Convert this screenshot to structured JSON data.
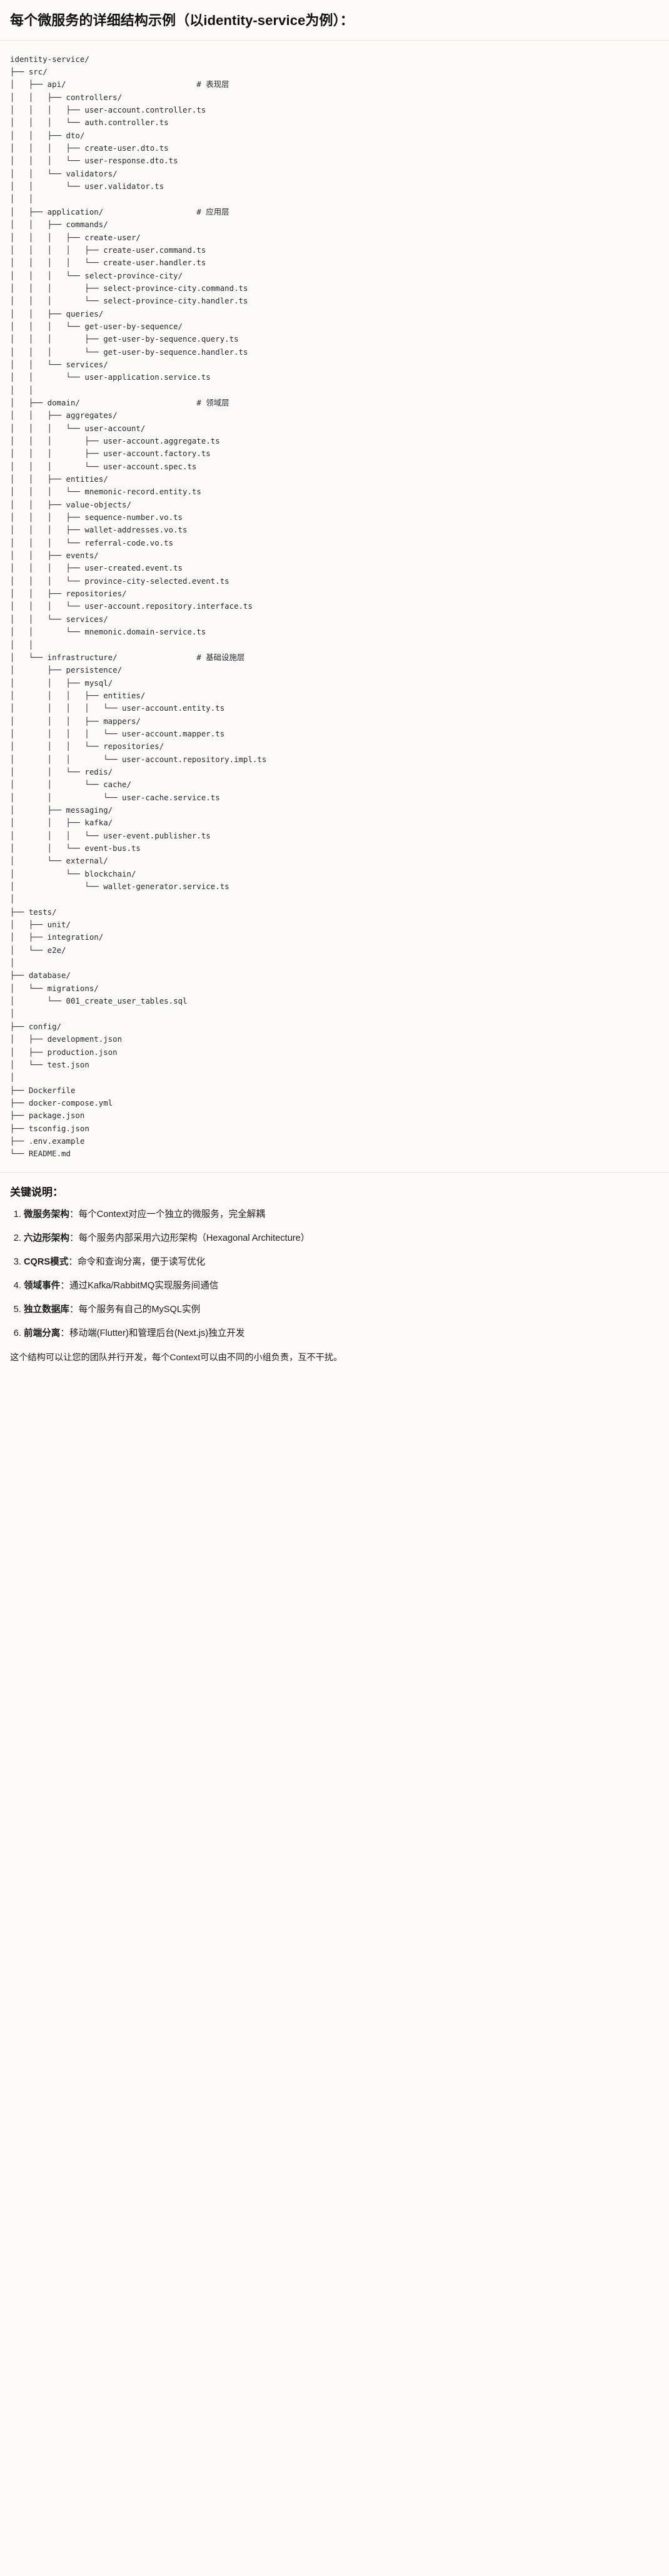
{
  "title": "每个微服务的详细结构示例（以identity-service为例）：",
  "tree": {
    "root": "identity-service/",
    "lines": [
      {
        "prefix": "identity-service/",
        "comment": ""
      },
      {
        "prefix": "├── src/",
        "comment": ""
      },
      {
        "prefix": "│   ├── api/",
        "comment": "# 表现层"
      },
      {
        "prefix": "│   │   ├── controllers/",
        "comment": ""
      },
      {
        "prefix": "│   │   │   ├── user-account.controller.ts",
        "comment": ""
      },
      {
        "prefix": "│   │   │   └── auth.controller.ts",
        "comment": ""
      },
      {
        "prefix": "│   │   ├── dto/",
        "comment": ""
      },
      {
        "prefix": "│   │   │   ├── create-user.dto.ts",
        "comment": ""
      },
      {
        "prefix": "│   │   │   └── user-response.dto.ts",
        "comment": ""
      },
      {
        "prefix": "│   │   └── validators/",
        "comment": ""
      },
      {
        "prefix": "│   │       └── user.validator.ts",
        "comment": ""
      },
      {
        "prefix": "│   │",
        "comment": ""
      },
      {
        "prefix": "│   ├── application/",
        "comment": "# 应用层"
      },
      {
        "prefix": "│   │   ├── commands/",
        "comment": ""
      },
      {
        "prefix": "│   │   │   ├── create-user/",
        "comment": ""
      },
      {
        "prefix": "│   │   │   │   ├── create-user.command.ts",
        "comment": ""
      },
      {
        "prefix": "│   │   │   │   └── create-user.handler.ts",
        "comment": ""
      },
      {
        "prefix": "│   │   │   └── select-province-city/",
        "comment": ""
      },
      {
        "prefix": "│   │   │       ├── select-province-city.command.ts",
        "comment": ""
      },
      {
        "prefix": "│   │   │       └── select-province-city.handler.ts",
        "comment": ""
      },
      {
        "prefix": "│   │   ├── queries/",
        "comment": ""
      },
      {
        "prefix": "│   │   │   └── get-user-by-sequence/",
        "comment": ""
      },
      {
        "prefix": "│   │   │       ├── get-user-by-sequence.query.ts",
        "comment": ""
      },
      {
        "prefix": "│   │   │       └── get-user-by-sequence.handler.ts",
        "comment": ""
      },
      {
        "prefix": "│   │   └── services/",
        "comment": ""
      },
      {
        "prefix": "│   │       └── user-application.service.ts",
        "comment": ""
      },
      {
        "prefix": "│   │",
        "comment": ""
      },
      {
        "prefix": "│   ├── domain/",
        "comment": "# 领域层"
      },
      {
        "prefix": "│   │   ├── aggregates/",
        "comment": ""
      },
      {
        "prefix": "│   │   │   └── user-account/",
        "comment": ""
      },
      {
        "prefix": "│   │   │       ├── user-account.aggregate.ts",
        "comment": ""
      },
      {
        "prefix": "│   │   │       ├── user-account.factory.ts",
        "comment": ""
      },
      {
        "prefix": "│   │   │       └── user-account.spec.ts",
        "comment": ""
      },
      {
        "prefix": "│   │   ├── entities/",
        "comment": ""
      },
      {
        "prefix": "│   │   │   └── mnemonic-record.entity.ts",
        "comment": ""
      },
      {
        "prefix": "│   │   ├── value-objects/",
        "comment": ""
      },
      {
        "prefix": "│   │   │   ├── sequence-number.vo.ts",
        "comment": ""
      },
      {
        "prefix": "│   │   │   ├── wallet-addresses.vo.ts",
        "comment": ""
      },
      {
        "prefix": "│   │   │   └── referral-code.vo.ts",
        "comment": ""
      },
      {
        "prefix": "│   │   ├── events/",
        "comment": ""
      },
      {
        "prefix": "│   │   │   ├── user-created.event.ts",
        "comment": ""
      },
      {
        "prefix": "│   │   │   └── province-city-selected.event.ts",
        "comment": ""
      },
      {
        "prefix": "│   │   ├── repositories/",
        "comment": ""
      },
      {
        "prefix": "│   │   │   └── user-account.repository.interface.ts",
        "comment": ""
      },
      {
        "prefix": "│   │   └── services/",
        "comment": ""
      },
      {
        "prefix": "│   │       └── mnemonic.domain-service.ts",
        "comment": ""
      },
      {
        "prefix": "│   │",
        "comment": ""
      },
      {
        "prefix": "│   └── infrastructure/",
        "comment": "# 基础设施层"
      },
      {
        "prefix": "│       ├── persistence/",
        "comment": ""
      },
      {
        "prefix": "│       │   ├── mysql/",
        "comment": ""
      },
      {
        "prefix": "│       │   │   ├── entities/",
        "comment": ""
      },
      {
        "prefix": "│       │   │   │   └── user-account.entity.ts",
        "comment": ""
      },
      {
        "prefix": "│       │   │   ├── mappers/",
        "comment": ""
      },
      {
        "prefix": "│       │   │   │   └── user-account.mapper.ts",
        "comment": ""
      },
      {
        "prefix": "│       │   │   └── repositories/",
        "comment": ""
      },
      {
        "prefix": "│       │   │       └── user-account.repository.impl.ts",
        "comment": ""
      },
      {
        "prefix": "│       │   └── redis/",
        "comment": ""
      },
      {
        "prefix": "│       │       └── cache/",
        "comment": ""
      },
      {
        "prefix": "│       │           └── user-cache.service.ts",
        "comment": ""
      },
      {
        "prefix": "│       ├── messaging/",
        "comment": ""
      },
      {
        "prefix": "│       │   ├── kafka/",
        "comment": ""
      },
      {
        "prefix": "│       │   │   └── user-event.publisher.ts",
        "comment": ""
      },
      {
        "prefix": "│       │   └── event-bus.ts",
        "comment": ""
      },
      {
        "prefix": "│       └── external/",
        "comment": ""
      },
      {
        "prefix": "│           └── blockchain/",
        "comment": ""
      },
      {
        "prefix": "│               └── wallet-generator.service.ts",
        "comment": ""
      },
      {
        "prefix": "│",
        "comment": ""
      },
      {
        "prefix": "├── tests/",
        "comment": ""
      },
      {
        "prefix": "│   ├── unit/",
        "comment": ""
      },
      {
        "prefix": "│   ├── integration/",
        "comment": ""
      },
      {
        "prefix": "│   └── e2e/",
        "comment": ""
      },
      {
        "prefix": "│",
        "comment": ""
      },
      {
        "prefix": "├── database/",
        "comment": ""
      },
      {
        "prefix": "│   └── migrations/",
        "comment": ""
      },
      {
        "prefix": "│       └── 001_create_user_tables.sql",
        "comment": ""
      },
      {
        "prefix": "│",
        "comment": ""
      },
      {
        "prefix": "├── config/",
        "comment": ""
      },
      {
        "prefix": "│   ├── development.json",
        "comment": ""
      },
      {
        "prefix": "│   ├── production.json",
        "comment": ""
      },
      {
        "prefix": "│   └── test.json",
        "comment": ""
      },
      {
        "prefix": "│",
        "comment": ""
      },
      {
        "prefix": "├── Dockerfile",
        "comment": ""
      },
      {
        "prefix": "├── docker-compose.yml",
        "comment": ""
      },
      {
        "prefix": "├── package.json",
        "comment": ""
      },
      {
        "prefix": "├── tsconfig.json",
        "comment": ""
      },
      {
        "prefix": "├── .env.example",
        "comment": ""
      },
      {
        "prefix": "└── README.md",
        "comment": ""
      }
    ],
    "comment_column": 40
  },
  "notes": {
    "heading": "关键说明：",
    "items": [
      {
        "term": "微服务架构",
        "rest": "：每个Context对应一个独立的微服务，完全解耦"
      },
      {
        "term": "六边形架构",
        "rest": "：每个服务内部采用六边形架构（Hexagonal Architecture）"
      },
      {
        "term": "CQRS模式",
        "rest": "：命令和查询分离，便于读写优化"
      },
      {
        "term": "领域事件",
        "rest": "：通过Kafka/RabbitMQ实现服务间通信"
      },
      {
        "term": "独立数据库",
        "rest": "：每个服务有自己的MySQL实例"
      },
      {
        "term": "前端分离",
        "rest": "：移动端(Flutter)和管理后台(Next.js)独立开发"
      }
    ],
    "closing": "这个结构可以让您的团队并行开发，每个Context可以由不同的小组负责，互不干扰。"
  },
  "colors": {
    "background": "#fbfaf7",
    "text": "#1b1b1b",
    "code_text": "#24292f",
    "divider": "#e7e5e0"
  }
}
